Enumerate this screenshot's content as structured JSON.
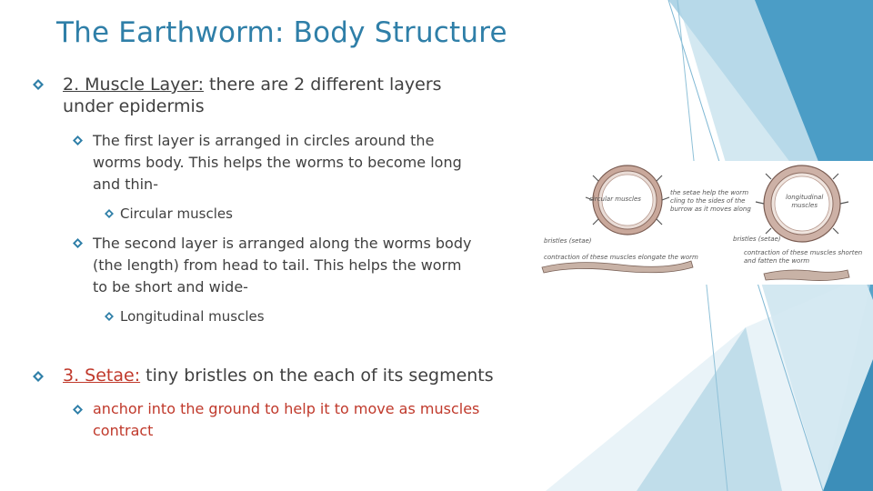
{
  "title": "The Earthworm: Body Structure",
  "bullets": {
    "muscle_label": "2. Muscle Layer:",
    "muscle_rest": " there are 2 different layers",
    "muscle_line2": "under epidermis",
    "first_layer": [
      "The first layer is arranged in circles around the",
      "worms body. This helps the worms to become long",
      "and thin-"
    ],
    "circular": "Circular muscles",
    "second_layer": [
      "The second layer is arranged along the worms body",
      "(the length) from head to tail. This helps the worm",
      "to be short and wide-"
    ],
    "longitudinal": "Longitudinal muscles",
    "setae_label": "3. Setae:",
    "setae_rest": " tiny bristles on the each of its segments",
    "anchor": [
      "anchor into the ground to help it to move as muscles",
      "contract"
    ]
  },
  "figure": {
    "circular_muscles": "circular muscles",
    "setae_note": [
      "the setae help the worm",
      "cling to the sides of the",
      "burrow as it moves along"
    ],
    "longitudinal_muscles": [
      "longitudinal",
      "muscles"
    ],
    "bristles_left": "bristles (setae)",
    "bristles_right": "bristles (setae)",
    "contraction_left": "contraction of these muscles elongate the worm",
    "contraction_right": [
      "contraction of these muscles shorten",
      "and fatten the worm"
    ]
  },
  "colors": {
    "title": "#2f7fa8",
    "bullet": "#2f7fa8",
    "text": "#404040",
    "setae_anchor": "#c0392b",
    "facet_dark": "#2b84b3",
    "facet_light": "#a9cfe0"
  },
  "icons": [
    "diamond-bullet-icon"
  ]
}
